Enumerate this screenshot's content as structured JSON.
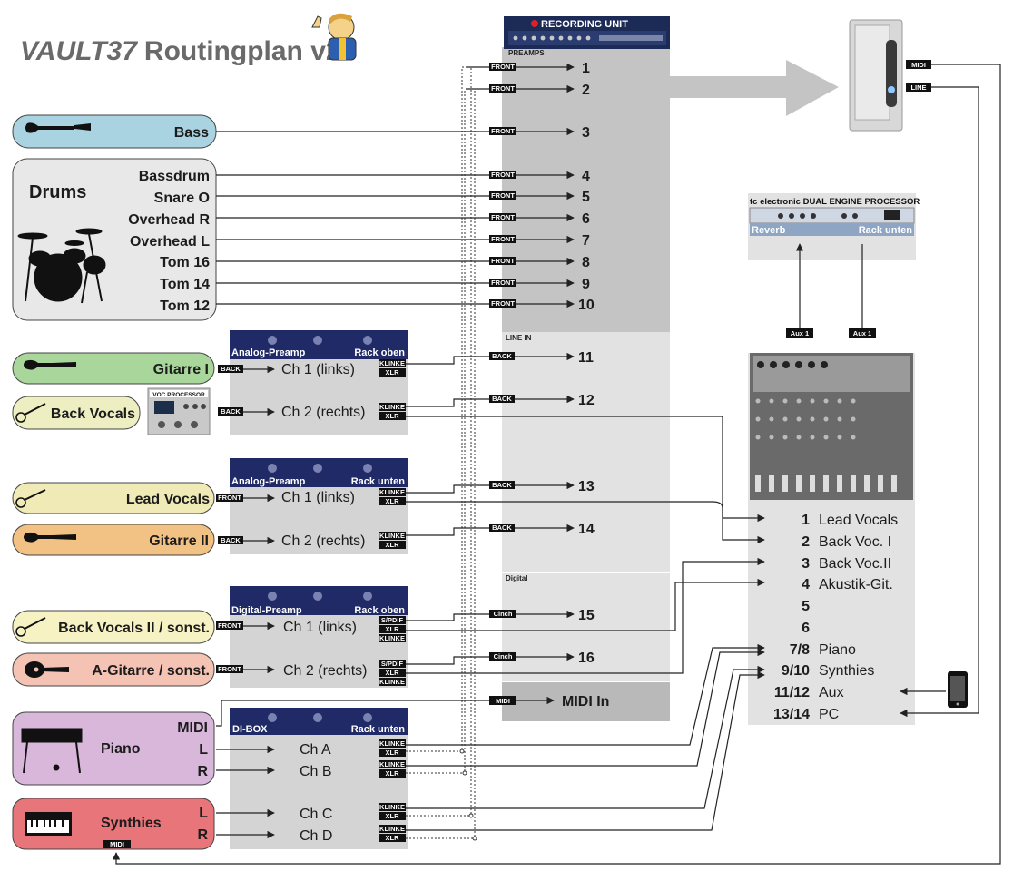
{
  "title": {
    "brand": "VAULT37",
    "rest": "Routingplan v2"
  },
  "recording_unit": {
    "label": "RECORDING UNIT",
    "preamps": "PREAMPS",
    "line_in": "LINE IN",
    "digital": "Digital",
    "midi_in": "MIDI In"
  },
  "channels": [
    "1",
    "2",
    "3",
    "4",
    "5",
    "6",
    "7",
    "8",
    "9",
    "10",
    "11",
    "12",
    "13",
    "14",
    "15",
    "16"
  ],
  "tags": {
    "front": "FRONT",
    "back": "BACK",
    "cinch": "Cinch",
    "midi": "MIDI",
    "line": "LINE",
    "klinke": "KLINKE",
    "xlr": "XLR",
    "spdif": "S/PDIF",
    "aux1": "Aux 1"
  },
  "instruments": {
    "bass": "Bass",
    "drums": "Drums",
    "drum_mics": [
      "Bassdrum",
      "Snare O",
      "Overhead R",
      "Overhead L",
      "Tom 16",
      "Tom 14",
      "Tom 12"
    ],
    "gitarre1": "Gitarre I",
    "back_vocals": "Back Vocals",
    "lead_vocals": "Lead Vocals",
    "gitarre2": "Gitarre II",
    "back_vocals2": "Back Vocals II / sonst.",
    "agitarre": "A-Gitarre / sonst.",
    "piano": "Piano",
    "piano_ports": [
      "MIDI",
      "L",
      "R"
    ],
    "synthies": "Synthies",
    "synth_ports": [
      "L",
      "R"
    ],
    "synth_midi": "MIDI"
  },
  "voc_processor": "VOC PROCESSOR",
  "racks": [
    {
      "name": "Analog-Preamp",
      "pos": "Rack oben",
      "ch1": "Ch 1 (links)",
      "ch2": "Ch 2 (rechts)"
    },
    {
      "name": "Analog-Preamp",
      "pos": "Rack unten",
      "ch1": "Ch 1 (links)",
      "ch2": "Ch 2 (rechts)"
    },
    {
      "name": "Digital-Preamp",
      "pos": "Rack oben",
      "ch1": "Ch 1 (links)",
      "ch2": "Ch 2 (rechts)"
    }
  ],
  "dibox": {
    "name": "DI-BOX",
    "pos": "Rack unten",
    "channels": [
      "Ch A",
      "Ch B",
      "Ch C",
      "Ch D"
    ]
  },
  "fx": {
    "title": "tc electronic DUAL ENGINE PROCESSOR",
    "reverb": "Reverb",
    "rack": "Rack unten"
  },
  "mixer": {
    "inputs": [
      {
        "num": "1",
        "label": "Lead Vocals"
      },
      {
        "num": "2",
        "label": "Back Voc. I"
      },
      {
        "num": "3",
        "label": "Back Voc.II"
      },
      {
        "num": "4",
        "label": "Akustik-Git."
      },
      {
        "num": "5",
        "label": ""
      },
      {
        "num": "6",
        "label": ""
      },
      {
        "num": "7/8",
        "label": "Piano"
      },
      {
        "num": "9/10",
        "label": "Synthies"
      },
      {
        "num": "11/12",
        "label": "Aux"
      },
      {
        "num": "13/14",
        "label": "PC"
      }
    ]
  }
}
